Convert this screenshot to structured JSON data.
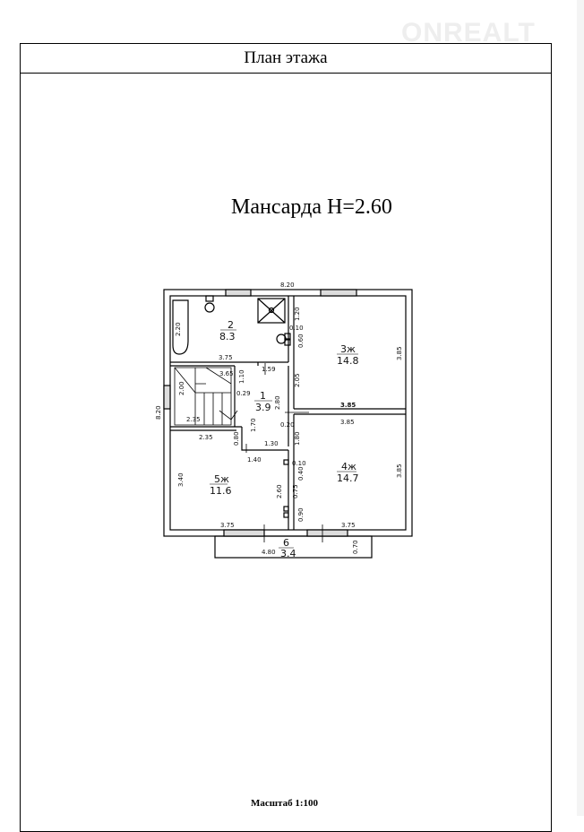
{
  "header": {
    "title": "План этажа"
  },
  "floor": {
    "title": "Мансарда H=2.60"
  },
  "footer": {
    "scale": "Масштаб 1:100"
  },
  "watermark": {
    "brand": "ONREALT"
  },
  "rooms": [
    {
      "num": "2",
      "area": "8.3"
    },
    {
      "num": "3ж",
      "area": "14.8"
    },
    {
      "num": "1",
      "area": "3.9"
    },
    {
      "num": "4ж",
      "area": "14.7"
    },
    {
      "num": "5ж",
      "area": "11.6"
    },
    {
      "num": "6",
      "area": "3.4"
    }
  ],
  "dims": [
    "8.20",
    "2.20",
    "3.75",
    "1.20",
    "0.10",
    "0.60",
    "3.85",
    "1.59",
    "3.65",
    "1.10",
    "2.00",
    "0.29",
    "2.05",
    "2.80",
    "3.85",
    "8.20",
    "2.35",
    "3.85",
    "1.70",
    "0.20",
    "2.35",
    "0.80",
    "1.80",
    "1.30",
    "1.40",
    "0.10",
    "0.40",
    "3.40",
    "2.60",
    "0.75",
    "3.85",
    "0.90",
    "3.75",
    "3.75",
    "4.80",
    "0.70"
  ]
}
